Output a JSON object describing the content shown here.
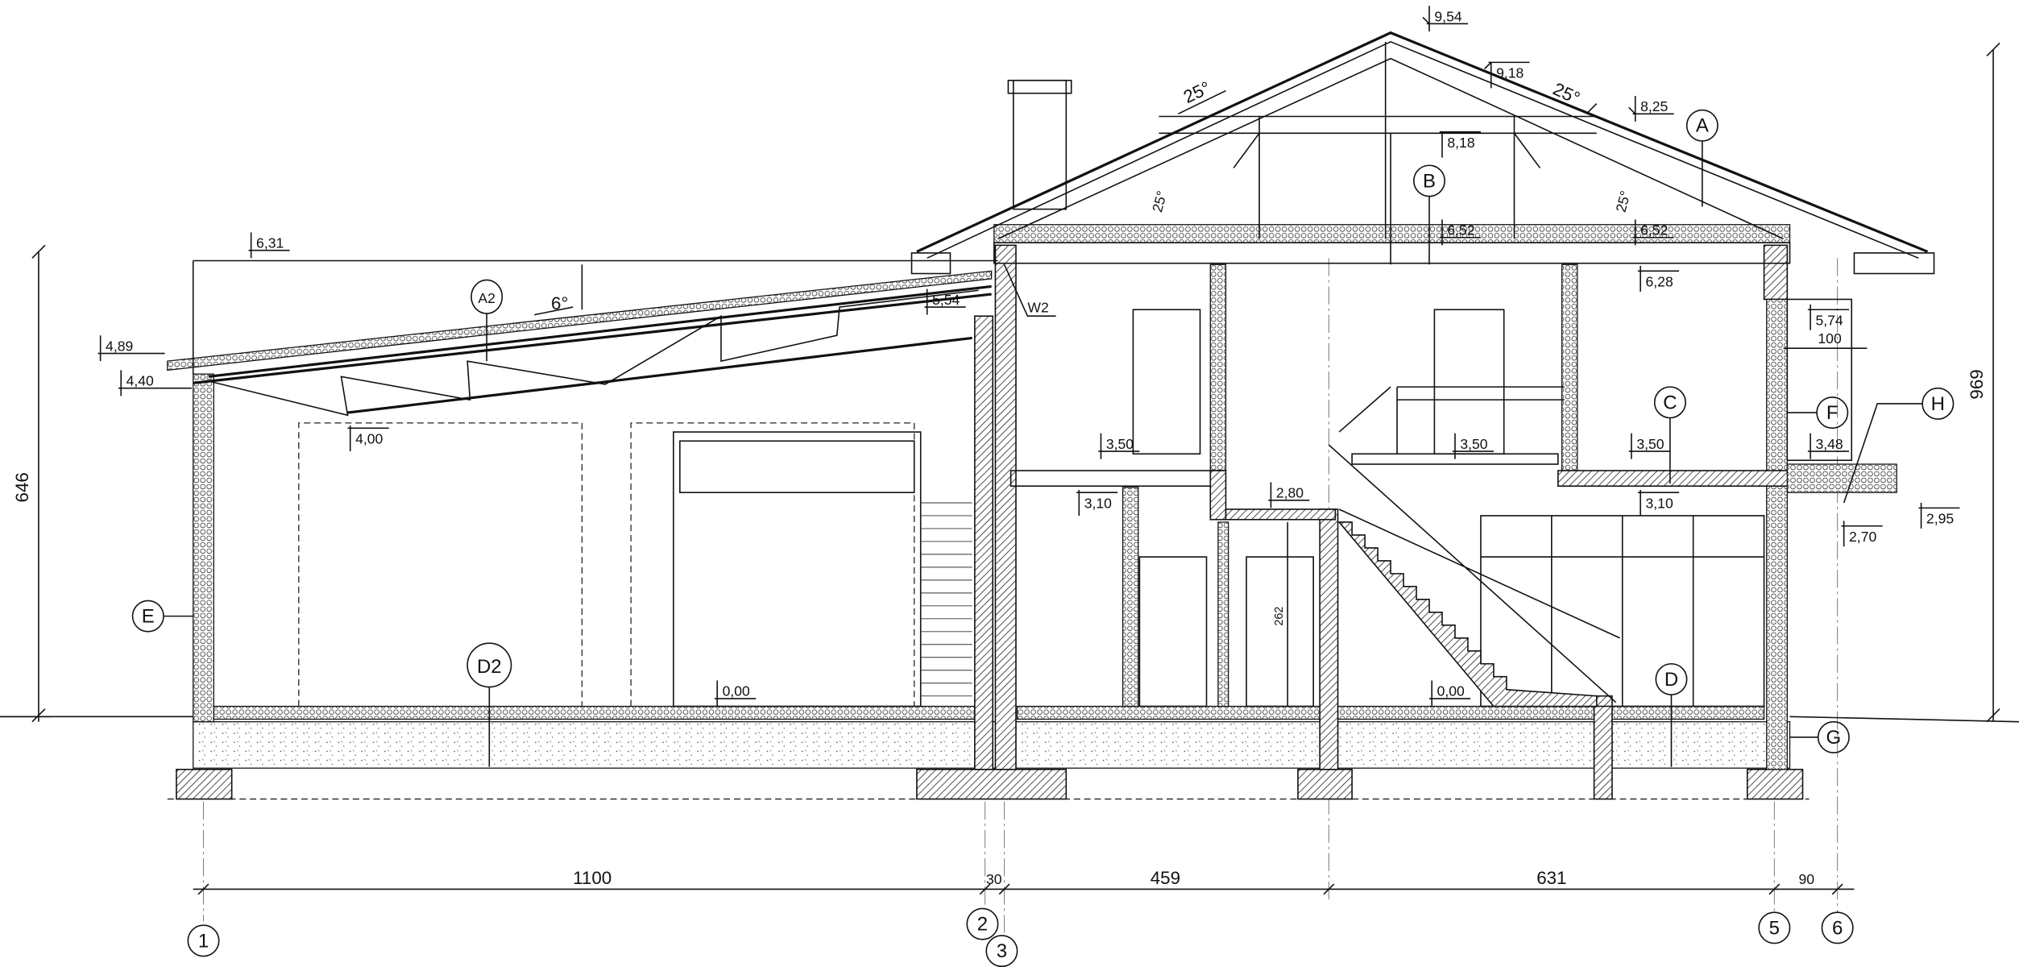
{
  "drawing": {
    "elevations": [
      "9,54",
      "9,18",
      "8,25",
      "8,18",
      "6,52",
      "6,52",
      "6,28",
      "5,74",
      "6,31",
      "5,54",
      "4,89",
      "4,40",
      "4,00",
      "3,50",
      "3,10",
      "3,50",
      "2,80",
      "3,50",
      "3,48",
      "3,10",
      "2,95",
      "2,70",
      "0,00",
      "0,00"
    ],
    "angles": [
      "25°",
      "25°",
      "25°",
      "25°",
      "6°"
    ],
    "callouts": {
      "A": "A",
      "A2": "A2",
      "B": "B",
      "C": "C",
      "D": "D",
      "D2": "D2",
      "E": "E",
      "F": "F",
      "G": "G",
      "H": "H",
      "W2": "W2"
    },
    "dimensions": {
      "span_1_2": "1100",
      "span_2_3": "30",
      "span_3_4": "459",
      "span_4_5": "631",
      "span_5_6": "90",
      "overhang": "100",
      "door_height": "262",
      "height_left": "646",
      "height_right": "969"
    },
    "grid_axes": [
      "1",
      "2",
      "3",
      "5",
      "6"
    ]
  }
}
